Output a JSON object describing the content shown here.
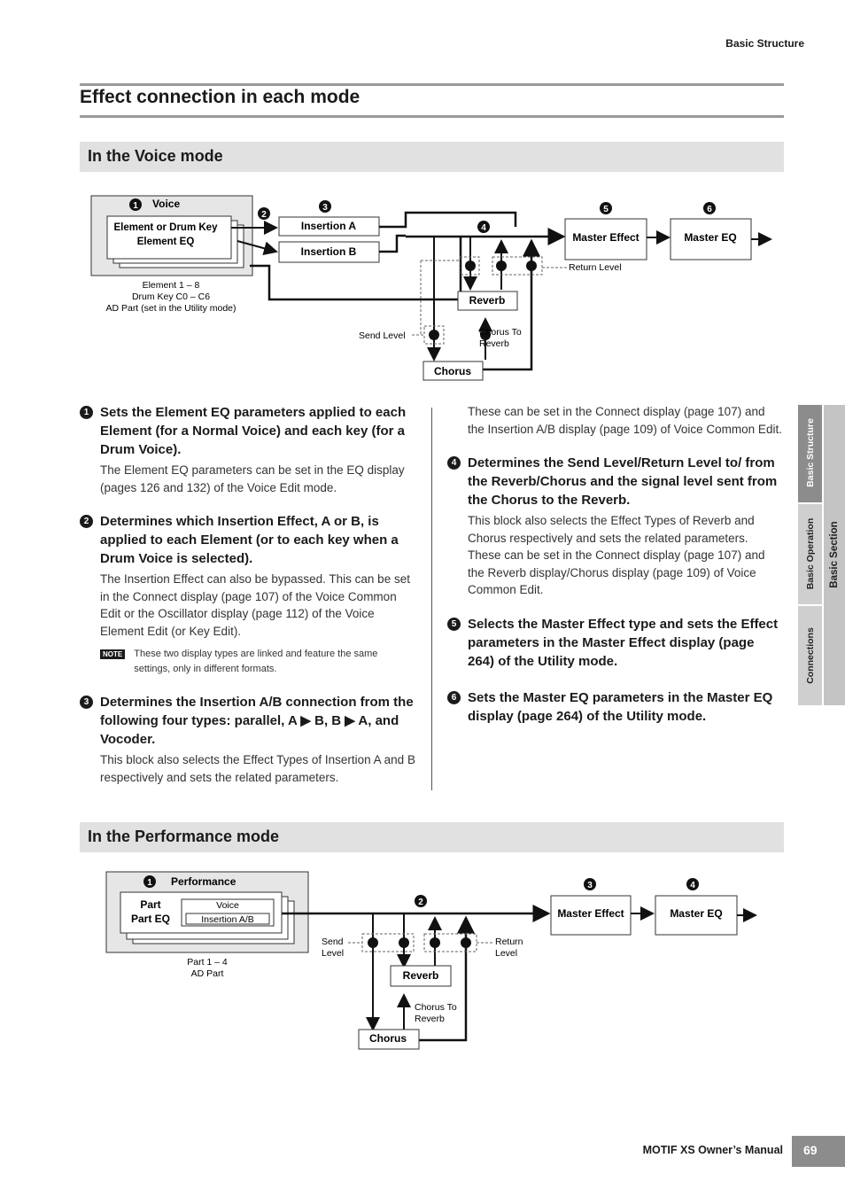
{
  "header": {
    "section": "Basic Structure"
  },
  "page_title": "Effect connection in each mode",
  "voice_section": {
    "heading": "In the Voice mode"
  },
  "voice_diagram": {
    "voice_label": "Voice",
    "element_box": [
      "Element or Drum Key",
      "Element EQ"
    ],
    "element_caption": [
      "Element 1 – 8",
      "Drum Key C0 – C6",
      "AD Part (set in the Utility mode)"
    ],
    "insertion_a": "Insertion A",
    "insertion_b": "Insertion B",
    "master_effect": "Master Effect",
    "master_eq": "Master EQ",
    "reverb": "Reverb",
    "chorus": "Chorus",
    "return_level": "Return Level",
    "send_level": "Send Level",
    "chorus_to_reverb": [
      "Chorus To",
      "Reverb"
    ],
    "markers": [
      "1",
      "2",
      "3",
      "4",
      "5",
      "6"
    ]
  },
  "items": [
    {
      "n": "1",
      "head": "Sets the Element EQ parameters applied to each Element (for a Normal Voice) and each key (for a Drum Voice).",
      "body": "The Element EQ parameters can be set in the EQ display (pages 126 and 132) of the Voice Edit mode."
    },
    {
      "n": "2",
      "head": "Determines which Insertion Effect, A or B, is applied to each Element (or to each key when a Drum Voice is selected).",
      "body": "The Insertion Effect can also be bypassed. This can be set in the Connect display (page 107) of the Voice Common Edit or the Oscillator display (page 112) of the Voice Element Edit (or Key Edit).",
      "note_badge": "NOTE",
      "note": "These two display types are linked and feature the same settings, only in different formats."
    },
    {
      "n": "3",
      "head": "Determines the Insertion A/B connection from the following four types: parallel, A ▶ B, B ▶ A, and Vocoder.",
      "body": "This block also selects the Effect Types of Insertion A and B respectively and sets the related parameters."
    },
    {
      "n": "",
      "head": "",
      "body": "These can be set in the Connect display (page 107) and the Insertion A/B display (page 109) of Voice Common Edit."
    },
    {
      "n": "4",
      "head": "Determines the Send Level/Return Level to/ from the Reverb/Chorus and the signal level sent from the Chorus to the Reverb.",
      "body": "This block also selects the Effect Types of Reverb and Chorus respectively and sets the related parameters. These can be set in the Connect display (page 107) and the Reverb display/Chorus display (page 109) of Voice Common Edit."
    },
    {
      "n": "5",
      "head": "Selects the Master Effect type and sets the Effect parameters in the Master Effect display (page 264) of the Utility mode.",
      "body": ""
    },
    {
      "n": "6",
      "head": "Sets the Master EQ parameters in the Master EQ display (page 264) of the Utility mode.",
      "body": ""
    }
  ],
  "performance_section": {
    "heading": "In the Performance mode"
  },
  "performance_diagram": {
    "performance_label": "Performance",
    "part_box": [
      "Part",
      "Part EQ"
    ],
    "voice_label": "Voice",
    "insertion_ab": "Insertion A/B",
    "part_caption": [
      "Part 1 – 4",
      "AD Part"
    ],
    "master_effect": "Master Effect",
    "master_eq": "Master EQ",
    "reverb": "Reverb",
    "chorus": "Chorus",
    "send_level": [
      "Send",
      "Level"
    ],
    "return_level": [
      "Return",
      "Level"
    ],
    "chorus_to_reverb": [
      "Chorus To",
      "Reverb"
    ],
    "markers": [
      "1",
      "2",
      "3",
      "4"
    ]
  },
  "side_tabs": {
    "basic_structure": "Basic Structure",
    "basic_operation": "Basic Operation",
    "connections": "Connections",
    "basic_section": "Basic Section"
  },
  "footer": {
    "manual": "MOTIF XS Owner’s Manual",
    "page": "69"
  }
}
